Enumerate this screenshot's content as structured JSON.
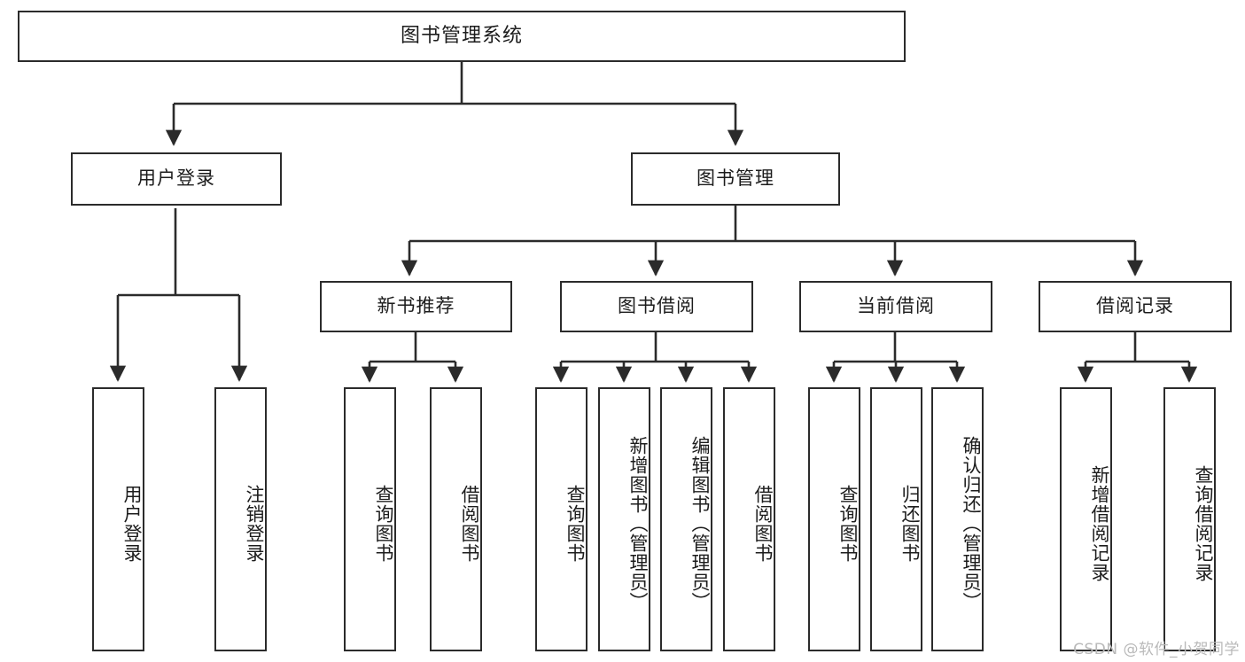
{
  "diagram": {
    "title": "图书管理系统",
    "type": "tree",
    "orientation": "top-down",
    "watermark": "CSDN @软件_小贺同学",
    "colors": {
      "background": "#ffffff",
      "border": "#2b2b2b",
      "text": "#1c1c1c",
      "edge": "#2b2b2b",
      "watermark": "#b9b9b9"
    }
  },
  "nodes": {
    "root": {
      "label": "图书管理系统"
    },
    "level2": [
      {
        "id": "user-login",
        "label": "用户登录"
      },
      {
        "id": "book-manage",
        "label": "图书管理"
      }
    ],
    "level3": [
      {
        "id": "new-book-recommend",
        "label": "新书推荐"
      },
      {
        "id": "book-borrow",
        "label": "图书借阅"
      },
      {
        "id": "current-borrow",
        "label": "当前借阅"
      },
      {
        "id": "borrow-record",
        "label": "借阅记录"
      }
    ],
    "leaves": {
      "user-login": [
        {
          "id": "leaf-user-login",
          "label": "用户登录"
        },
        {
          "id": "leaf-logout",
          "label": "注销登录"
        }
      ],
      "new-book-recommend": [
        {
          "id": "leaf-query-book-1",
          "label": "查询图书"
        },
        {
          "id": "leaf-borrow-book-1",
          "label": "借阅图书"
        }
      ],
      "book-borrow": [
        {
          "id": "leaf-query-book-2",
          "label": "查询图书"
        },
        {
          "id": "leaf-add-book",
          "label": "新增图书（管理员）"
        },
        {
          "id": "leaf-edit-book",
          "label": "编辑图书（管理员）"
        },
        {
          "id": "leaf-borrow-book-2",
          "label": "借阅图书"
        }
      ],
      "current-borrow": [
        {
          "id": "leaf-query-book-3",
          "label": "查询图书"
        },
        {
          "id": "leaf-return-book",
          "label": "归还图书"
        },
        {
          "id": "leaf-confirm-return",
          "label": "确认归还（管理员）"
        }
      ],
      "borrow-record": [
        {
          "id": "leaf-add-record",
          "label": "新增借阅记录"
        },
        {
          "id": "leaf-query-record",
          "label": "查询借阅记录"
        }
      ]
    }
  }
}
